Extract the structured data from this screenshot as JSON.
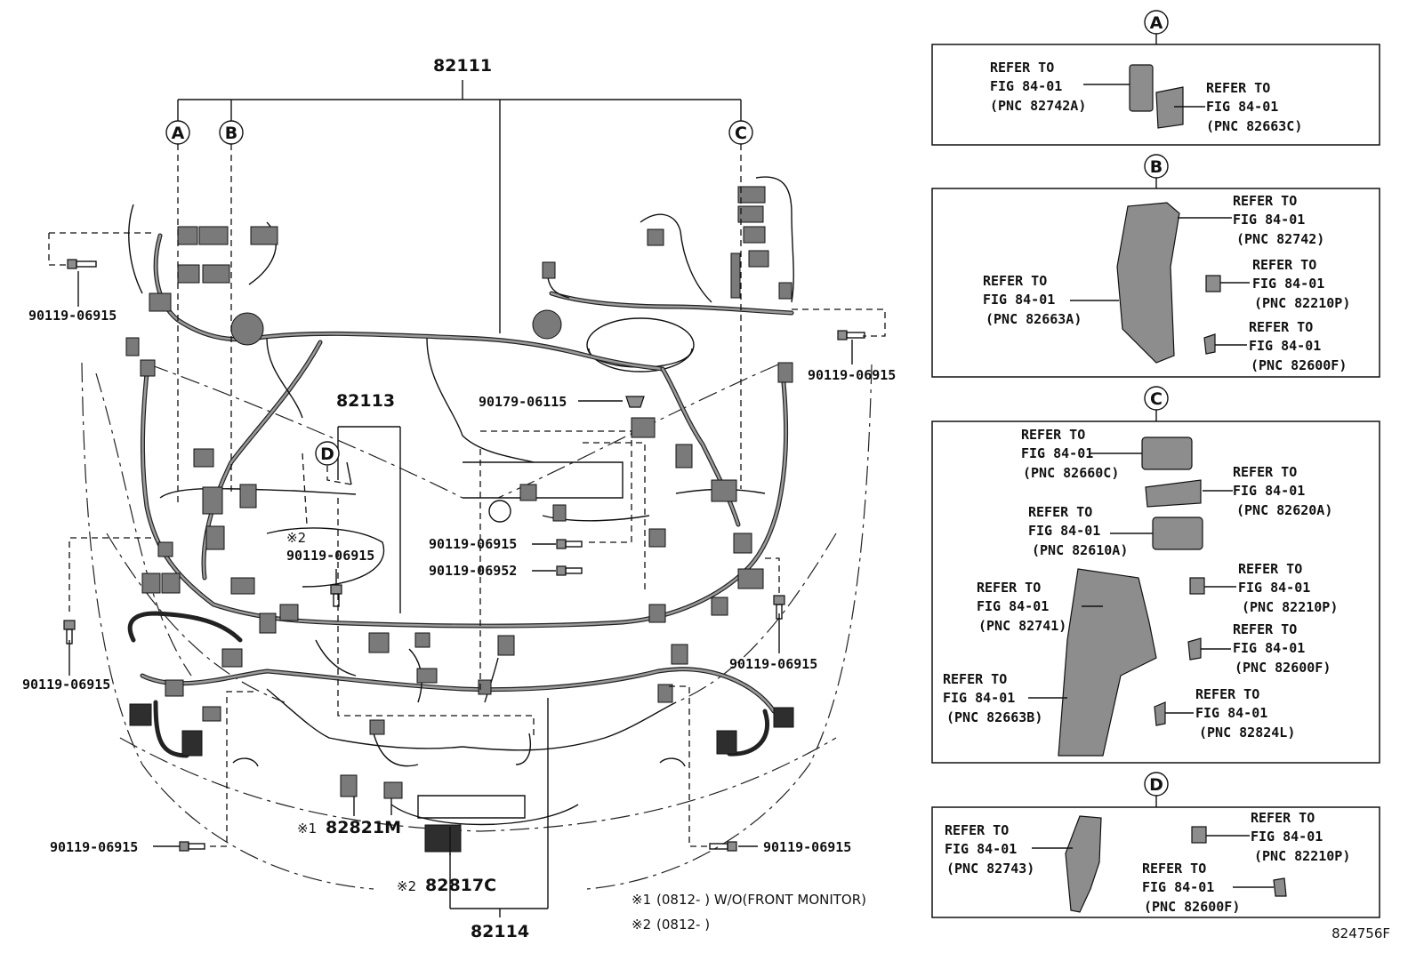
{
  "diagram": {
    "main_harness": {
      "part_no": "82111",
      "branches": [
        "A",
        "B",
        "C"
      ]
    },
    "sub_harness_d": {
      "part_no": "82113",
      "branch": "D"
    },
    "front_harness": {
      "part_no": "82114"
    },
    "bolt_labels": {
      "top_left": "90119-06915",
      "top_right": "90119-06915",
      "mid_left": "90119-06915",
      "mid_right": "90119-06915",
      "bottom_left": "90119-06915",
      "bottom_right": "90119-06915",
      "center_1": "90119-06915",
      "center_2": "90119-06952",
      "center_note2": "90119-06915",
      "clip": "90179-06115"
    },
    "marks": {
      "note2_mark": "※2",
      "part_82821m": "82821M",
      "part_82821m_mark": "※1",
      "part_82817c": "82817C",
      "part_82817c_mark": "※2"
    },
    "footnotes": [
      {
        "mark": "※1",
        "text": "(0812-    ) W/O(FRONT MONITOR)"
      },
      {
        "mark": "※2",
        "text": "(0812-    )"
      }
    ],
    "illustration_id": "824756F"
  },
  "details": {
    "A": {
      "letter": "A",
      "refs": [
        {
          "l1": "REFER TO",
          "l2": "FIG 84-01",
          "l3": "(PNC 82742A)"
        },
        {
          "l1": "REFER TO",
          "l2": "FIG 84-01",
          "l3": "(PNC 82663C)"
        }
      ]
    },
    "B": {
      "letter": "B",
      "refs": [
        {
          "l1": "REFER TO",
          "l2": "FIG 84-01",
          "l3": "(PNC 82742)"
        },
        {
          "l1": "REFER TO",
          "l2": "FIG 84-01",
          "l3": "(PNC 82663A)"
        },
        {
          "l1": "REFER TO",
          "l2": "FIG 84-01",
          "l3": "(PNC 82210P)"
        },
        {
          "l1": "REFER TO",
          "l2": "FIG 84-01",
          "l3": "(PNC 82600F)"
        }
      ]
    },
    "C": {
      "letter": "C",
      "refs": [
        {
          "l1": "REFER TO",
          "l2": "FIG 84-01",
          "l3": "(PNC 82660C)"
        },
        {
          "l1": "REFER TO",
          "l2": "FIG 84-01",
          "l3": "(PNC 82620A)"
        },
        {
          "l1": "REFER TO",
          "l2": "FIG 84-01",
          "l3": "(PNC 82610A)"
        },
        {
          "l1": "REFER TO",
          "l2": "FIG 84-01",
          "l3": "(PNC 82741)"
        },
        {
          "l1": "REFER TO",
          "l2": "FIG 84-01",
          "l3": "(PNC 82210P)"
        },
        {
          "l1": "REFER TO",
          "l2": "FIG 84-01",
          "l3": "(PNC 82600F)"
        },
        {
          "l1": "REFER TO",
          "l2": "FIG 84-01",
          "l3": "(PNC 82663B)"
        },
        {
          "l1": "REFER TO",
          "l2": "FIG 84-01",
          "l3": "(PNC 82824L)"
        }
      ]
    },
    "D": {
      "letter": "D",
      "refs": [
        {
          "l1": "REFER TO",
          "l2": "FIG 84-01",
          "l3": "(PNC 82743)"
        },
        {
          "l1": "REFER TO",
          "l2": "FIG 84-01",
          "l3": "(PNC 82210P)"
        },
        {
          "l1": "REFER TO",
          "l2": "FIG 84-01",
          "l3": "(PNC 82600F)"
        }
      ]
    }
  }
}
